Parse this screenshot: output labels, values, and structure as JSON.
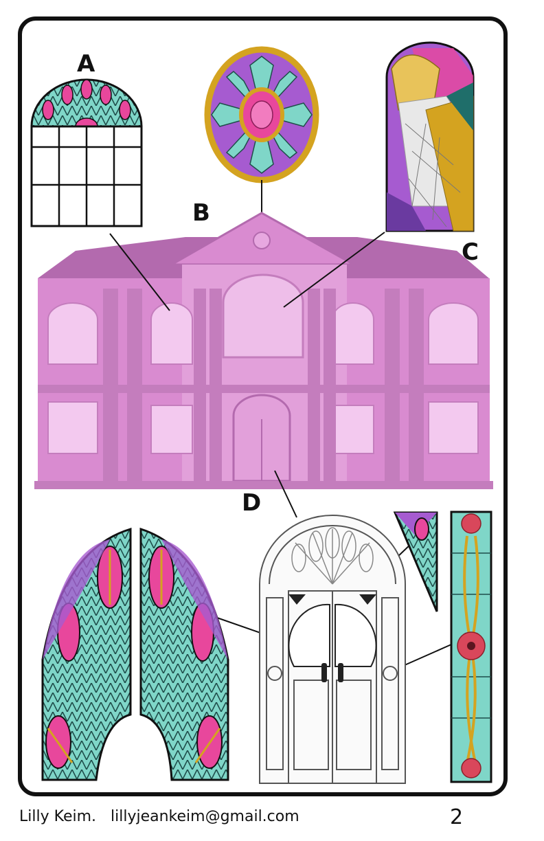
{
  "labels": {
    "a": "A",
    "b": "B",
    "c": "C",
    "d": "D"
  },
  "footer": {
    "author": "Lilly Keim.",
    "email": "lillyjeankeim@gmail.com",
    "page_number": "2"
  },
  "colors": {
    "frame": "#111111",
    "building": "#d98bd0",
    "building_dark": "#b36aae",
    "glass_teal": "#7fd6c8",
    "glass_pink": "#e8479c",
    "glass_purple": "#a65bd0",
    "glass_gold": "#d4a320",
    "glass_red": "#d9475b"
  },
  "icons": [
    "arched-window-icon",
    "oval-rose-window-icon",
    "figure-window-icon",
    "mansion-illustration",
    "door-sketch-icon",
    "fan-window-panel-icon",
    "corner-triangle-panel-icon",
    "side-strip-panel-icon"
  ]
}
